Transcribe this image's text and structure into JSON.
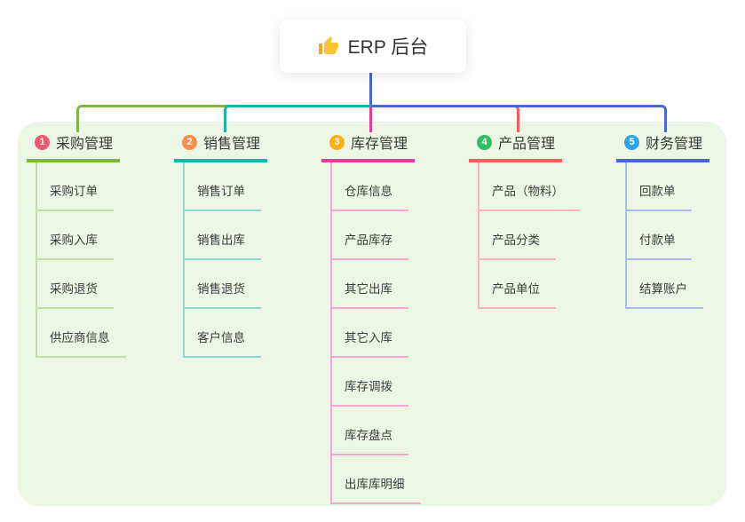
{
  "root": {
    "title": "ERP 后台",
    "icon": "thumbs-up-icon",
    "connector_color": "#4a64cb"
  },
  "panel": {
    "color": "#ebf6e5"
  },
  "branches": [
    {
      "badge": "1",
      "label": "采购管理",
      "color": "#7eb842",
      "color_light": "#c3e0a2",
      "badge_color": "#f25672",
      "children": [
        "采购订单",
        "采购入库",
        "采购退货",
        "供应商信息"
      ]
    },
    {
      "badge": "2",
      "label": "销售管理",
      "color": "#1db4aa",
      "color_light": "#8bd9d3",
      "badge_color": "#f98e4d",
      "children": [
        "销售订单",
        "销售出库",
        "销售退货",
        "客户信息"
      ]
    },
    {
      "badge": "3",
      "label": "库存管理",
      "color": "#e23d97",
      "color_light": "#f3a9d1",
      "badge_color": "#f9b018",
      "children": [
        "仓库信息",
        "产品库存",
        "其它出库",
        "其它入库",
        "库存调拨",
        "库存盘点",
        "出库库明细"
      ]
    },
    {
      "badge": "4",
      "label": "产品管理",
      "color": "#f2605e",
      "color_light": "#f9b3b2",
      "badge_color": "#2fbf64",
      "children": [
        "产品（物料）",
        "产品分类",
        "产品单位"
      ]
    },
    {
      "badge": "5",
      "label": "财务管理",
      "color": "#4a68cf",
      "color_light": "#a9bcec",
      "badge_color": "#30a4e5",
      "children": [
        "回款单",
        "付款单",
        "结算账户"
      ]
    }
  ]
}
